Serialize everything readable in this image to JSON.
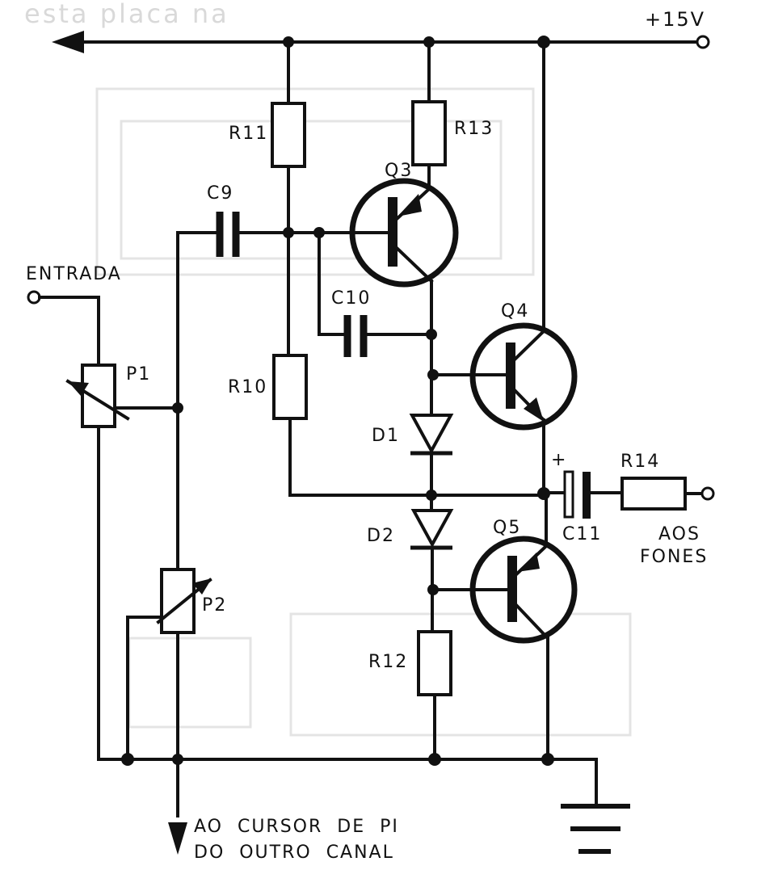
{
  "header_text": "esta placa na",
  "supply": {
    "label": "+15V"
  },
  "input": {
    "label": "ENTRADA"
  },
  "output": {
    "label_line1": "AOS",
    "label_line2": "FONES"
  },
  "other_channel": {
    "line1": "AO  CURSOR  DE  PI",
    "line2": "DO  OUTRO  CANAL"
  },
  "components": {
    "r11": "R11",
    "r13": "R13",
    "r10": "R10",
    "r12": "R12",
    "r14": "R14",
    "c9": "C9",
    "c10": "C10",
    "c11": "C11",
    "q3": "Q3",
    "q4": "Q4",
    "q5": "Q5",
    "d1": "D1",
    "d2": "D2",
    "p1": "P1",
    "p2": "P2"
  },
  "c11_polarity": "+",
  "colors": {
    "ink": "#111111",
    "paper": "#ffffff",
    "faded_print": "#e4e4e4"
  }
}
